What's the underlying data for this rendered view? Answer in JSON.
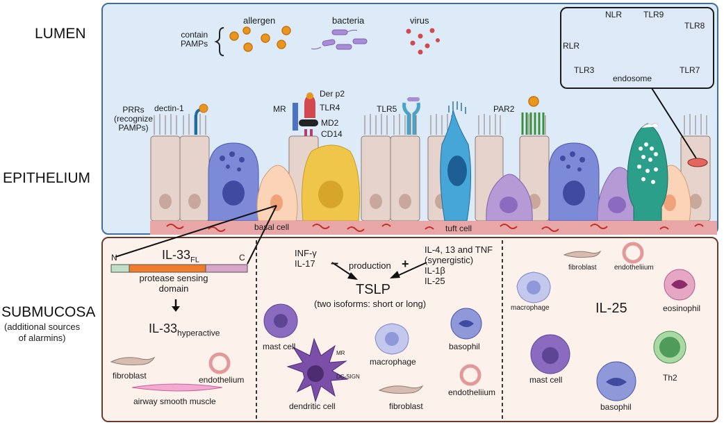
{
  "regions": {
    "lumen": "LUMEN",
    "epithelium": "EPITHELIUM",
    "submucosa": "SUBMUCOSA",
    "submucosa_note": "(additional sources\nof alarmins)"
  },
  "lumen": {
    "contain_pamps": "contain\nPAMPs",
    "allergen": "allergen",
    "bacteria": "bacteria",
    "virus": "virus",
    "prrs": "PRRs\n(recognize\nPAMPs)",
    "dectin": "dectin-1",
    "mr": "MR",
    "der_p2": "Der p2",
    "tlr4": "TLR4",
    "md2": "MD2",
    "cd14": "CD14",
    "tlr5": "TLR5",
    "par2": "PAR2",
    "basal_cell": "basal cell",
    "tuft_cell": "tuft cell"
  },
  "inset": {
    "nlr": "NLR",
    "tlr9": "TLR9",
    "tlr8": "TLR8",
    "rlr": "RLR",
    "tlr3": "TLR3",
    "tlr7": "TLR7",
    "endosome": "endosome"
  },
  "il33": {
    "title": "IL-33",
    "title_sub": "FL",
    "n": "N",
    "c": "C",
    "domain": "protease sensing\ndomain",
    "hyper": "IL-33",
    "hyper_sub": "hyperactive",
    "fibroblast": "fibroblast",
    "endothelium": "endothelium",
    "asm": "airway smooth muscle"
  },
  "tslp": {
    "left_factors": "INF-γ\nIL-17",
    "minus": "–",
    "production": "production",
    "plus": "+",
    "right_factors": "IL-4, 13 and TNF\n(synergistic)\nIL-1β\nIL-25",
    "title": "TSLP",
    "isoforms": "(two isoforms: short or long)",
    "mast_cell": "mast cell",
    "basophil": "basophil",
    "macrophage": "macrophage",
    "mr": "MR",
    "dcsign": "DC-SIGN",
    "dendritic": "dendritic cell",
    "fibroblast": "fibroblast",
    "endothelium": "endotheliium"
  },
  "il25": {
    "title": "IL-25",
    "fibroblast": "fibroblast",
    "endothelium": "endotheliium",
    "macrophage": "macrophage",
    "eosinophil": "eosinophil",
    "mast_cell": "mast cell",
    "basophil": "basophil",
    "th2": "Th2"
  },
  "colors": {
    "lumen_bg": "#ddeaf8",
    "lumen_border": "#3f6f9e",
    "sub_bg": "#fdf1ec",
    "sub_border": "#6b3a2c",
    "allergen": "#e8961e",
    "bacteria": "#a98bd6",
    "virus": "#d2484f",
    "endosome": "#e2675e"
  }
}
